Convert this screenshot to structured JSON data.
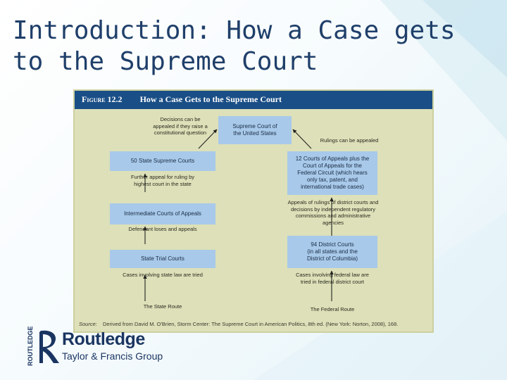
{
  "slide": {
    "title": "Introduction: How a Case gets\n to the Supreme Court"
  },
  "figure": {
    "number": "Figure 12.2",
    "title": "How a Case Gets to the Supreme Court",
    "top_box": "Supreme Court of\nthe United States",
    "left_note_top": "Decisions can be\nappealed if they raise a\nconstitutional question",
    "right_note_top": "Rulings can be appealed",
    "state": {
      "box1": "50 State Supreme Courts",
      "note1": "Further appeal for ruling by\nhighest court in the state",
      "box2": "Intermediate Courts of Appeals",
      "note2": "Defendant loses and appeals",
      "box3": "State Trial Courts",
      "note3": "Cases involving state law are tried",
      "route": "The State Route"
    },
    "federal": {
      "box1": "12 Courts of Appeals plus the\nCourt of Appeals for the\nFederal Circuit (which hears\nonly tax, patent, and\ninternational trade cases)",
      "note1": "Appeals of rulings of district courts and\ndecisions by independent regulatory\ncommissions and administrative agencies",
      "box2": "94 District Courts\n(in all states and the\nDistrict of Columbia)",
      "note2": "Cases involving federal law are\ntried in federal district court",
      "route": "The Federal Route"
    },
    "source_label": "Source:",
    "source_text": "Derived from David M. O'Brien, Storm Center: The Supreme Court in American Politics, 8th ed. (New York: Norton, 2008), 168."
  },
  "logo": {
    "vertical": "ROUTLEDGE",
    "name": "Routledge",
    "tagline": "Taylor & Francis Group"
  },
  "colors": {
    "title": "#1f3f6a",
    "figure_bg": "#dde0b8",
    "header_bg": "#1a4e86",
    "box_bg": "#a8c9ea",
    "logo": "#1a3561"
  }
}
